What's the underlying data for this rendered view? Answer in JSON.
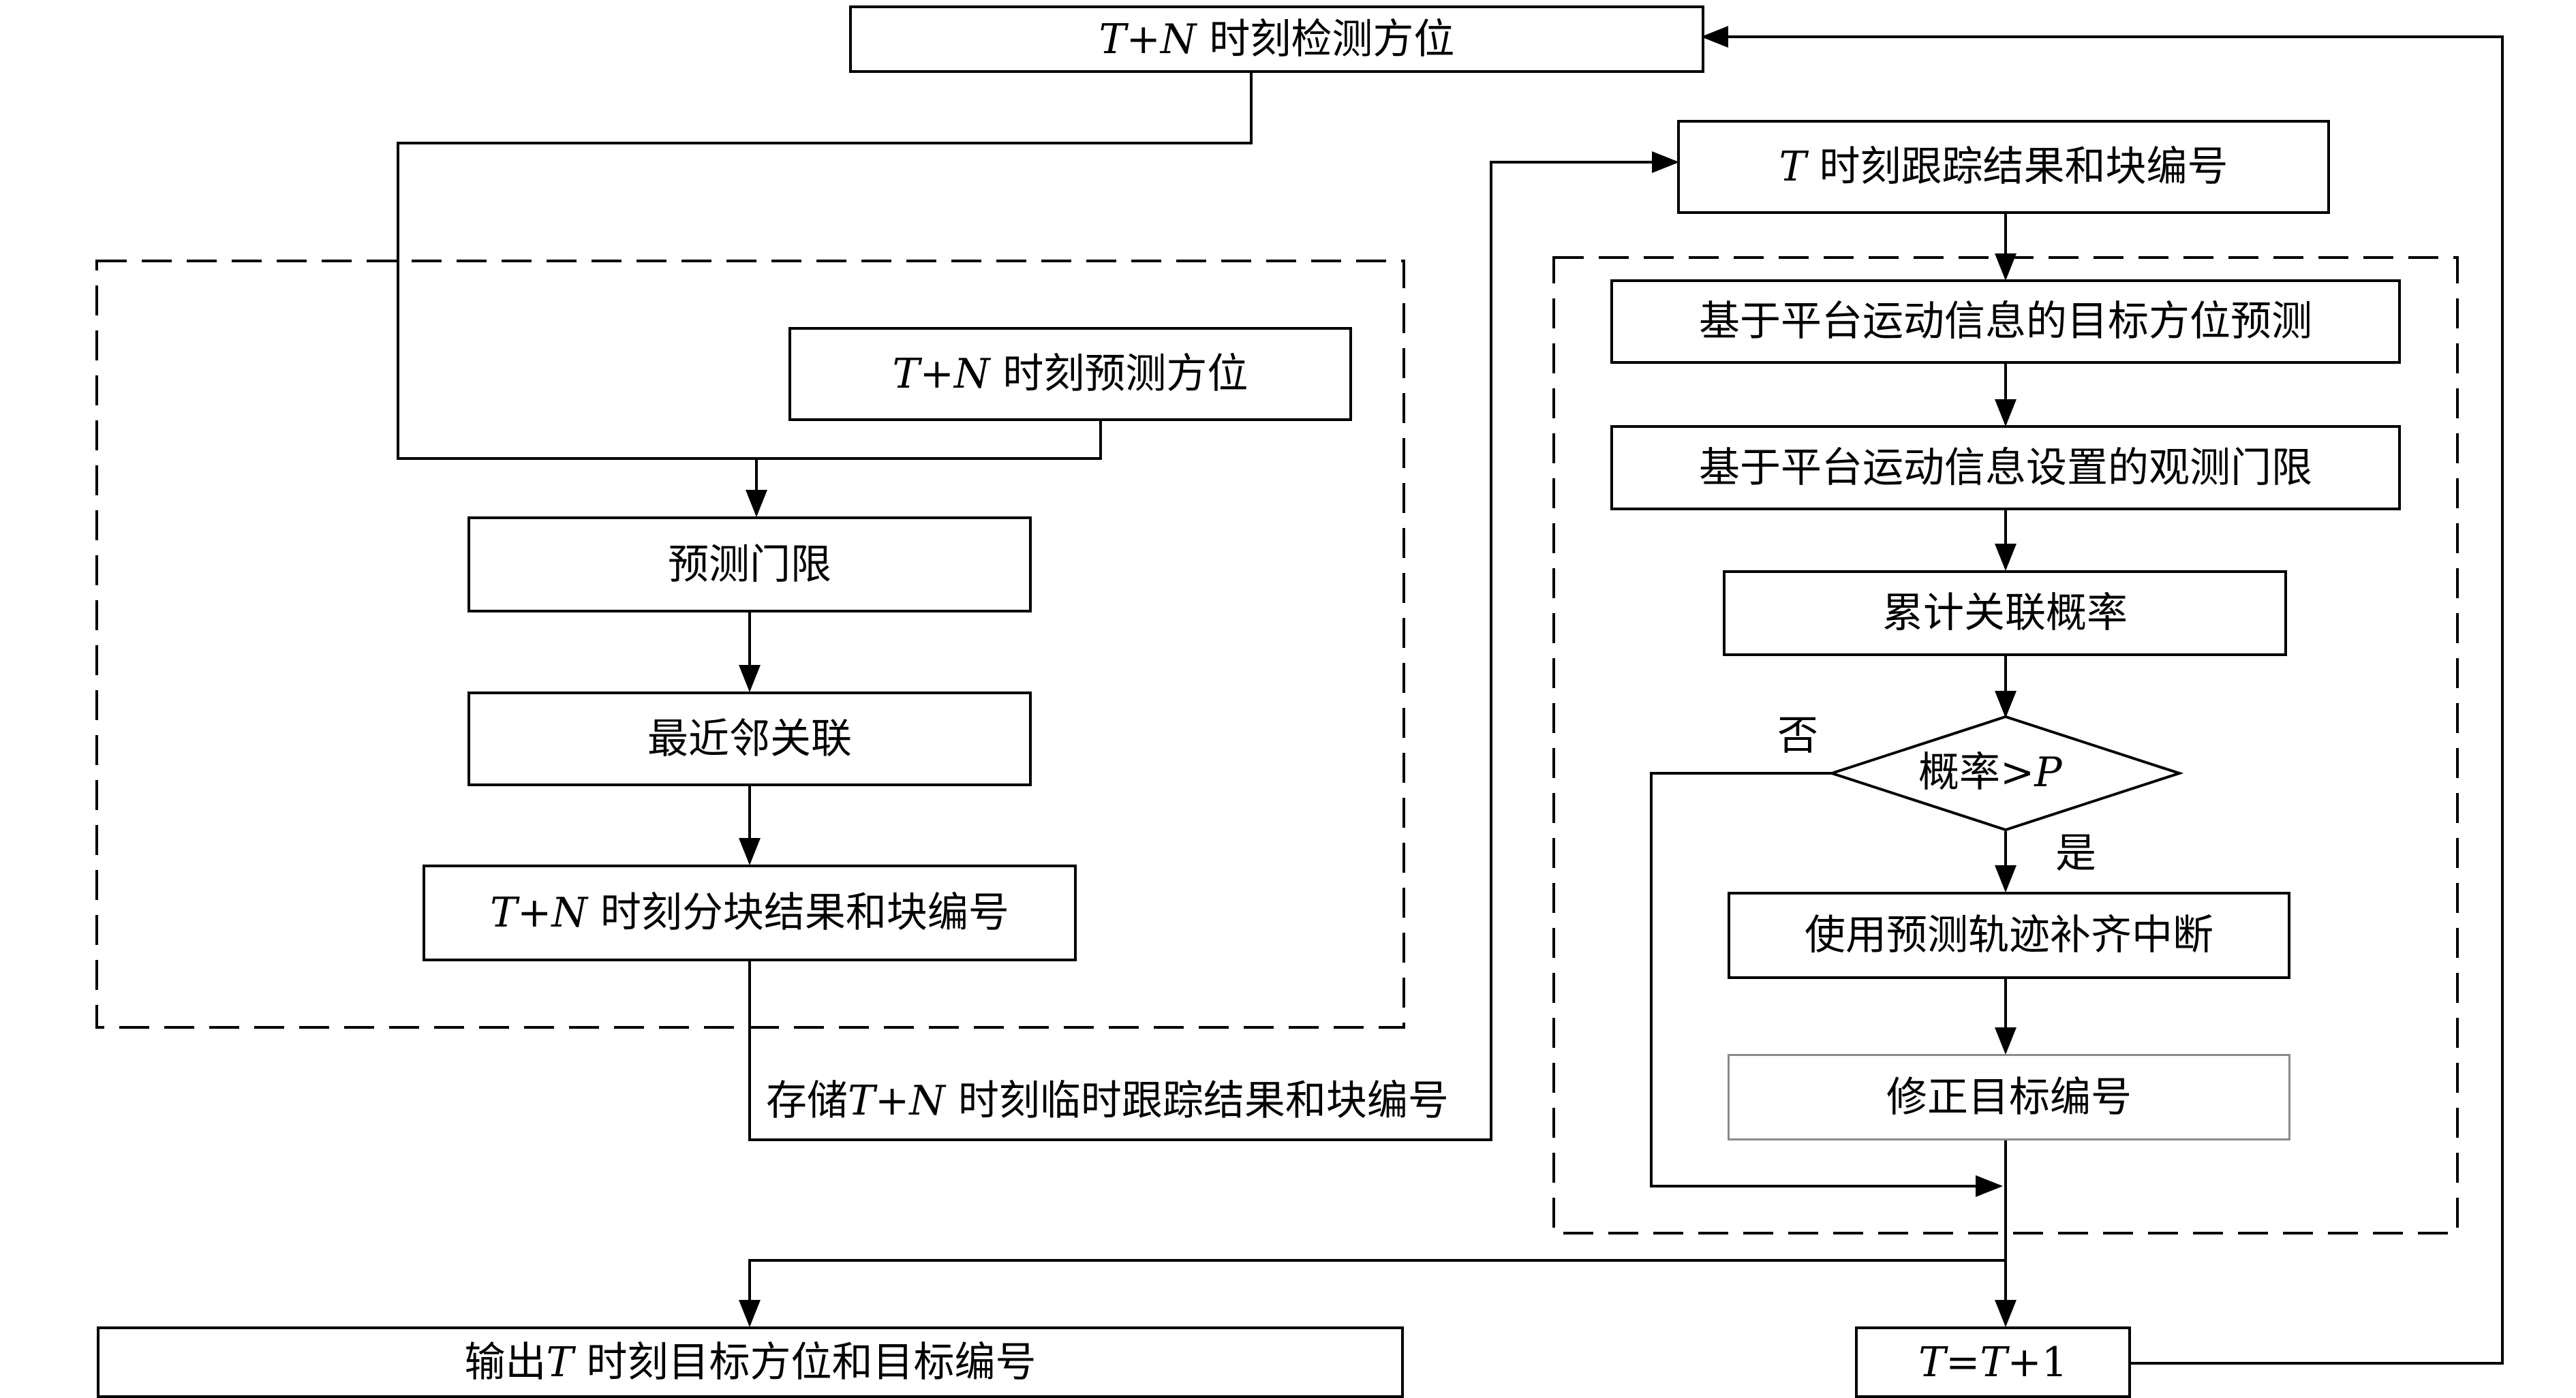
{
  "nodes": {
    "detect": {
      "var": "T",
      "op": "+",
      "var2": "N",
      "text": " 时刻检测方位"
    },
    "predict": {
      "var": "T",
      "op": "+",
      "var2": "N",
      "text": " 时刻预测方位"
    },
    "gate": {
      "text": "预测门限"
    },
    "nn": {
      "text": "最近邻关联"
    },
    "block": {
      "var": "T",
      "op": "+",
      "var2": "N",
      "text": " 时刻分块结果和块编号"
    },
    "track": {
      "var": "T",
      "text": " 时刻跟踪结果和块编号"
    },
    "azpred": {
      "text": "基于平台运动信息的目标方位预测"
    },
    "obsgate": {
      "text": "基于平台运动信息设置的观测门限"
    },
    "accum": {
      "text": "累计关联概率"
    },
    "decision": {
      "text": "概率",
      "op": ">",
      "var": "P"
    },
    "fill": {
      "text": "使用预测轨迹补齐中断"
    },
    "fix": {
      "text": "修正目标编号"
    },
    "output": {
      "pre": "输出",
      "var": "T",
      "text": " 时刻目标方位和目标编号"
    },
    "increment": {
      "var": "T",
      "eq": "=",
      "var2": "T",
      "op": "+",
      "one": "1"
    }
  },
  "labels": {
    "store": {
      "pre": "存储",
      "var": "T",
      "op": "+",
      "var2": "N",
      "text": " 时刻临时跟踪结果和块编号"
    },
    "no": "否",
    "yes": "是"
  },
  "colors": {
    "line": "#000000",
    "light_border": "#8a8a8a",
    "background": "#ffffff"
  }
}
